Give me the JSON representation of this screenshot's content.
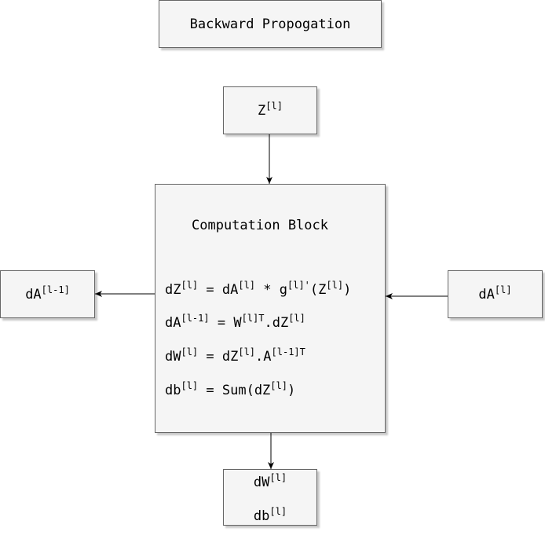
{
  "title": "Backward Propogation",
  "input_top": {
    "base": "Z",
    "sup": "[l]"
  },
  "computation": {
    "title": "Computation Block",
    "eq1": {
      "a": "dZ",
      "a_sup": "[l]",
      "b": " = dA",
      "b_sup": "[l]",
      "c": " * g",
      "c_sup": "[l]'",
      "d": "(Z",
      "d_sup": "[l]",
      "e": ")"
    },
    "eq2": {
      "a": "dA",
      "a_sup": "[l-1]",
      "b": " = W",
      "b_sup": "[l]T",
      "c": ".dZ",
      "c_sup": "[l]"
    },
    "eq3": {
      "a": "dW",
      "a_sup": "[l]",
      "b": " = dZ",
      "b_sup": "[l]",
      "c": ".A",
      "c_sup": "[l-1]T"
    },
    "eq4": {
      "a": "db",
      "a_sup": "[l]",
      "b": " = Sum(dZ",
      "b_sup": "[l]",
      "c": ")"
    }
  },
  "output_left": {
    "base": "dA",
    "sup": "[l-1]"
  },
  "input_right": {
    "base": "dA",
    "sup": "[l]"
  },
  "output_bottom": {
    "line1": {
      "base": "dW",
      "sup": "[l]"
    },
    "line2": {
      "base": "db",
      "sup": "[l]"
    }
  }
}
